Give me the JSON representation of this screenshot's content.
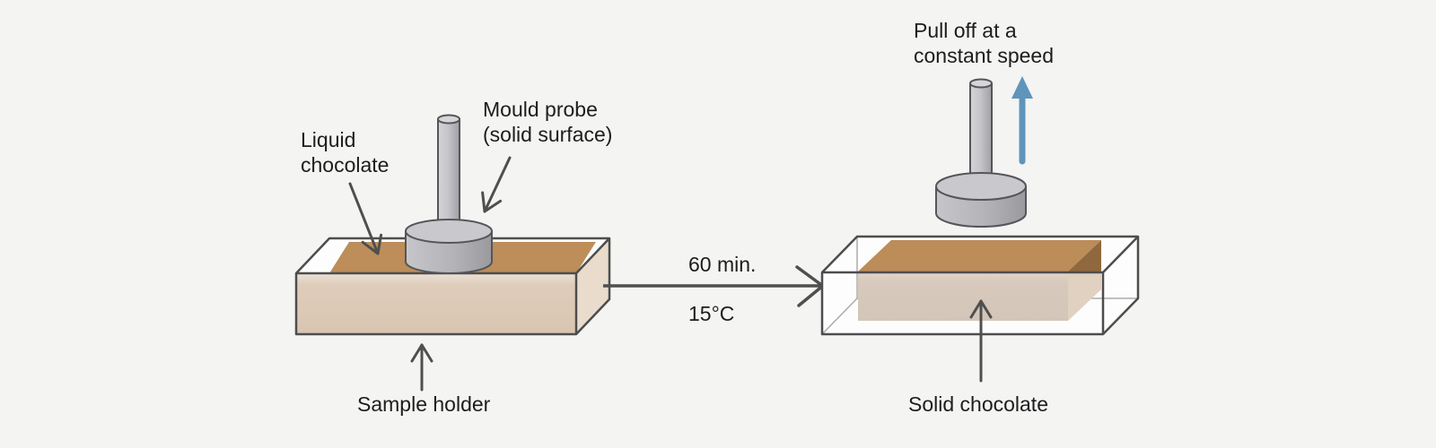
{
  "figure": {
    "description": "Two-stage chocolate demoulding adhesion test diagram"
  },
  "stage1": {
    "liquid_chocolate_label": {
      "line1": "Liquid",
      "line2": "chocolate"
    },
    "mould_probe_label": {
      "line1": "Mould probe",
      "line2": "(solid surface)"
    },
    "sample_holder_label": "Sample holder"
  },
  "transition": {
    "duration": "60 min.",
    "temperature": "15°C"
  },
  "stage2": {
    "pull_off_label": {
      "line1": "Pull off at a",
      "line2": "constant speed"
    },
    "solid_chocolate_label": "Solid chocolate"
  },
  "colors": {
    "background": "#f4f4f3",
    "text": "#1d1d1d",
    "outline": "#4d4d4d",
    "callout_arrow": "#4f4f4f",
    "hidden_edge": "#ababab",
    "box_fill": "#fdfdfd",
    "liquid_chocolate_top": "#bd8d5a",
    "liquid_chocolate_front": "#dccab8",
    "liquid_chocolate_side": "#e9dccc",
    "solid_chocolate_top": "#bc8c59",
    "solid_chocolate_front": "#d6c8bb",
    "solid_chocolate_side_dark": "#8f693d",
    "solid_chocolate_side_light": "#e0d1c1",
    "probe_disc_top": "#c9c9cd",
    "pull_arrow_blue": "#5f95ba"
  },
  "icons": {
    "pull_direction": "up-arrow-icon",
    "transition_direction": "right-arrow-icon"
  }
}
